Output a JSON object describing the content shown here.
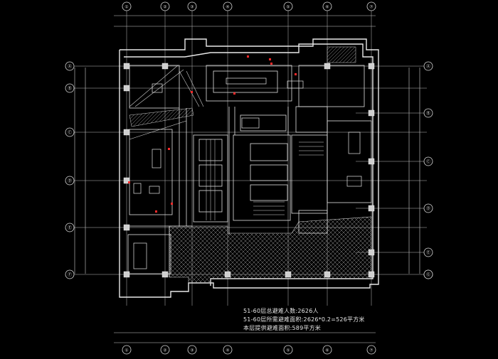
{
  "drawing": {
    "colors": {
      "background": "#000000",
      "wall": "#e8e8e8",
      "grid": "#d8d8d8",
      "hatch": "#bdbdbd",
      "accent": "#ff2a2a",
      "label": "#cfcfcf"
    },
    "grid_labels_top": [
      "①",
      "②",
      "③",
      "④",
      "⑤",
      "⑥",
      "⑦"
    ],
    "grid_labels_bottom": [
      "①",
      "②",
      "③",
      "④",
      "⑤",
      "⑥",
      "⑦"
    ],
    "grid_labels_left": [
      "Ⓐ",
      "Ⓑ",
      "Ⓒ",
      "Ⓓ",
      "Ⓔ",
      "Ⓕ"
    ],
    "grid_labels_right": [
      "Ⓐ",
      "Ⓑ",
      "Ⓒ",
      "Ⓓ",
      "Ⓔ",
      "Ⓕ",
      "Ⓖ"
    ],
    "notes": [
      "51-60层总避难人数:2626人",
      "51-60层所需避难面积:2626*0.2=526平方米",
      "本层提供避难面积:589平方米"
    ]
  }
}
